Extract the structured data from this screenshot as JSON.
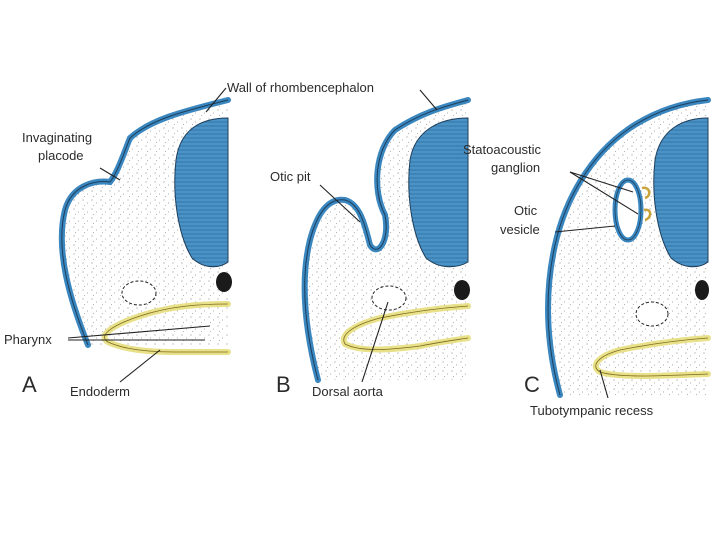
{
  "labels": {
    "wall_of_rhombencephalon": "Wall of rhombencephalon",
    "invaginating_placode_line1": "Invaginating",
    "invaginating_placode_line2": "placode",
    "pharynx": "Pharynx",
    "endoderm": "Endoderm",
    "otic_pit": "Otic pit",
    "dorsal_aorta": "Dorsal aorta",
    "statoacoustic_ganglion_line1": "Statoacoustic",
    "statoacoustic_ganglion_line2": "ganglion",
    "otic_vesicle_line1": "Otic",
    "otic_vesicle_line2": "vesicle",
    "tubotympanic_recess": "Tubotympanic recess"
  },
  "panels": [
    "A",
    "B",
    "C"
  ],
  "colors": {
    "ectoderm": "#3a86bf",
    "neural_tube": "#4a93c9",
    "endoderm": "#e9e08a",
    "mesenchyme_dots": "#9a9a9a",
    "outline": "#1e3f5c",
    "notochord": "#1a1a1a"
  }
}
